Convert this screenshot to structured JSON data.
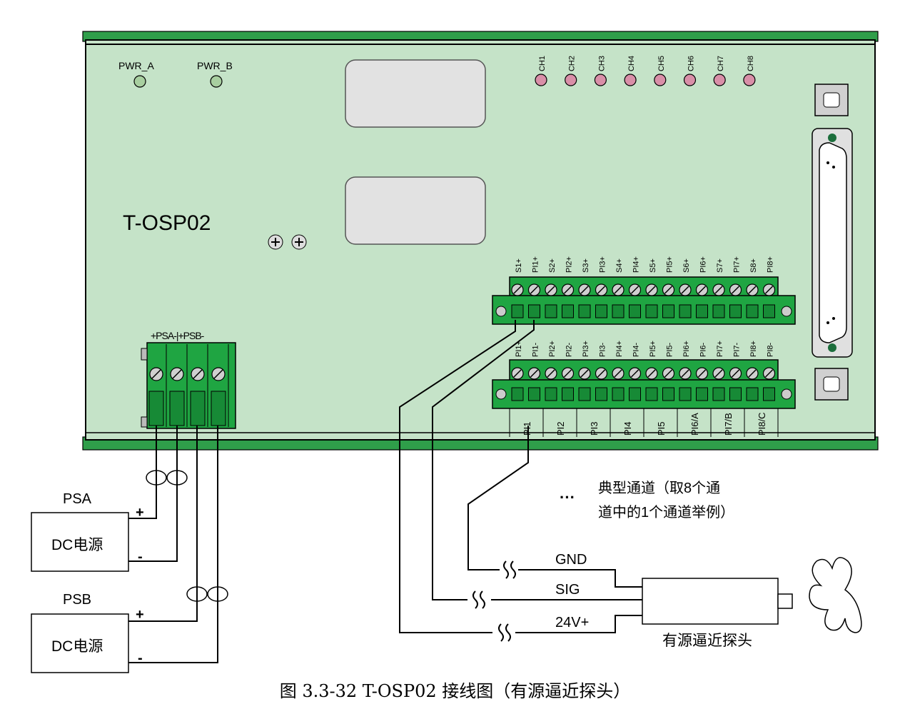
{
  "device": {
    "model": "T-OSP02",
    "pwr_a": "PWR_A",
    "pwr_b": "PWR_B",
    "channel_leds": [
      "CH1",
      "CH2",
      "CH3",
      "CH4",
      "CH5",
      "CH6",
      "CH7",
      "CH8"
    ],
    "power_terminal_label": "+PSA-|+PSB-"
  },
  "terminals": {
    "upper_pins": [
      "S1+",
      "PI1+",
      "S2+",
      "PI2+",
      "S3+",
      "PI3+",
      "S4+",
      "PI4+",
      "S5+",
      "PI5+",
      "S6+",
      "PI6+",
      "S7+",
      "PI7+",
      "S8+",
      "PI8+"
    ],
    "lower_pins": [
      "PI1+",
      "PI1-",
      "PI2+",
      "PI2-",
      "PI3+",
      "PI3-",
      "PI4+",
      "PI4-",
      "PI5+",
      "PI5-",
      "PI6+",
      "PI6-",
      "PI7+",
      "PI7-",
      "PI8+",
      "PI8-"
    ],
    "group_labels": [
      "PI1",
      "PI2",
      "PI3",
      "PI4",
      "PI5",
      "PI6/A",
      "PI7/B",
      "PI8/C"
    ]
  },
  "power_supplies": [
    {
      "name": "PSA",
      "label": "DC电源",
      "plus": "+",
      "minus": "-"
    },
    {
      "name": "PSB",
      "label": "DC电源",
      "plus": "+",
      "minus": "-"
    }
  ],
  "note": {
    "ellipsis": "···",
    "line1": "典型通道（取8个通",
    "line2": "道中的1个通道举例）"
  },
  "probe": {
    "signals": [
      "GND",
      "SIG",
      "24V+"
    ],
    "label": "有源逼近探头"
  },
  "caption": "图 3.3-32 T-OSP02 接线图（有源逼近探头）",
  "colors": {
    "panel": "#c5e3c8",
    "terminal_green": "#1fa542",
    "rail_green": "#2f9e4a",
    "led_pink": "#d98fa8",
    "led_green": "#a8cfa0",
    "window": "#e2e2e2"
  }
}
